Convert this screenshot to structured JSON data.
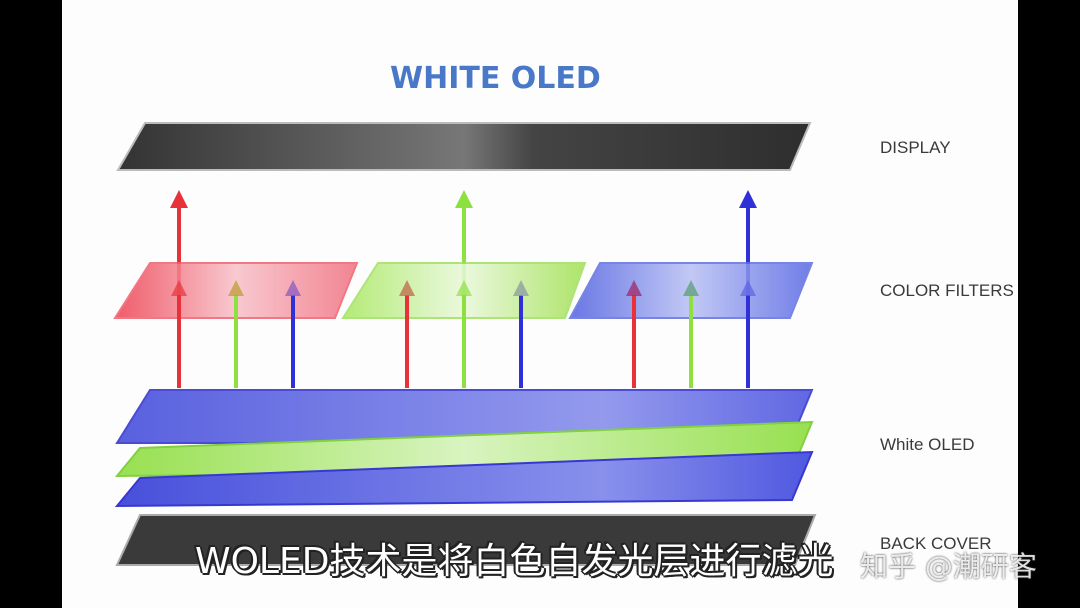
{
  "diagram": {
    "title": "WHITE OLED",
    "layers": [
      {
        "label": "DISPLAY"
      },
      {
        "label": "COLOR FILTERS"
      },
      {
        "label": "White OLED"
      },
      {
        "label": "BACK COVER"
      }
    ],
    "colors": {
      "red": "#e8323a",
      "green": "#8ee040",
      "blue": "#3030d8",
      "display": "#3a3a3a",
      "title": "#4a78c8"
    }
  },
  "subtitle": "WOLED技术是将白色自发光层进行滤光",
  "watermark": "知乎 @潮研客"
}
